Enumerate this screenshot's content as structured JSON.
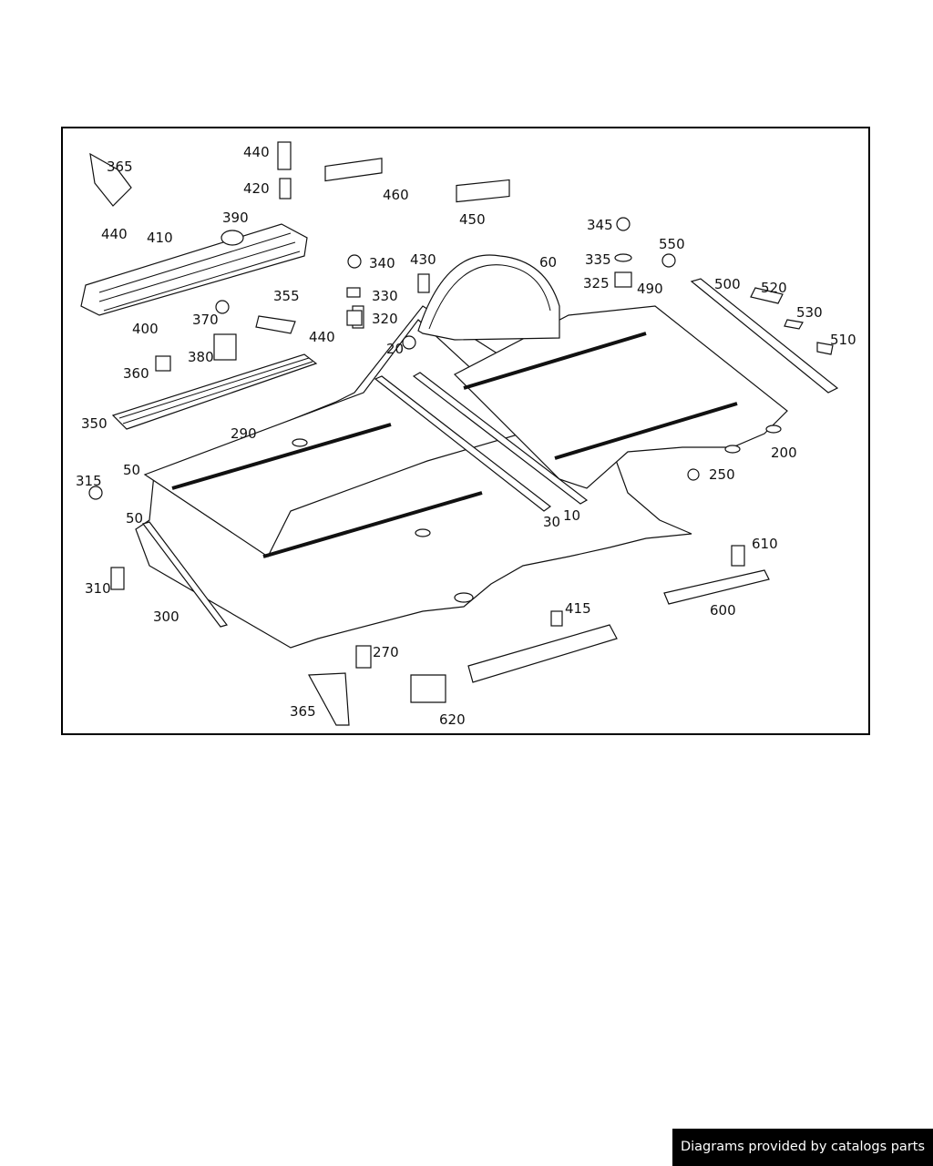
{
  "diagram": {
    "callouts": [
      {
        "id": "c365a",
        "text": "365"
      },
      {
        "id": "c440a",
        "text": "440"
      },
      {
        "id": "c420",
        "text": "420"
      },
      {
        "id": "c460",
        "text": "460"
      },
      {
        "id": "c440b",
        "text": "440"
      },
      {
        "id": "c410",
        "text": "410"
      },
      {
        "id": "c390",
        "text": "390"
      },
      {
        "id": "c450",
        "text": "450"
      },
      {
        "id": "c345",
        "text": "345"
      },
      {
        "id": "c550",
        "text": "550"
      },
      {
        "id": "c340",
        "text": "340"
      },
      {
        "id": "c430",
        "text": "430"
      },
      {
        "id": "c60",
        "text": "60"
      },
      {
        "id": "c335",
        "text": "335"
      },
      {
        "id": "c500",
        "text": "500"
      },
      {
        "id": "c520",
        "text": "520"
      },
      {
        "id": "c355",
        "text": "355"
      },
      {
        "id": "c330",
        "text": "330"
      },
      {
        "id": "c325",
        "text": "325"
      },
      {
        "id": "c490",
        "text": "490"
      },
      {
        "id": "c400",
        "text": "400"
      },
      {
        "id": "c370",
        "text": "370"
      },
      {
        "id": "c320",
        "text": "320"
      },
      {
        "id": "c530",
        "text": "530"
      },
      {
        "id": "c440c",
        "text": "440"
      },
      {
        "id": "c380",
        "text": "380"
      },
      {
        "id": "c20",
        "text": "20"
      },
      {
        "id": "c510",
        "text": "510"
      },
      {
        "id": "c360",
        "text": "360"
      },
      {
        "id": "c350",
        "text": "350"
      },
      {
        "id": "c290",
        "text": "290"
      },
      {
        "id": "c200",
        "text": "200"
      },
      {
        "id": "c50a",
        "text": "50"
      },
      {
        "id": "c315",
        "text": "315"
      },
      {
        "id": "c250",
        "text": "250"
      },
      {
        "id": "c50b",
        "text": "50"
      },
      {
        "id": "c30",
        "text": "30"
      },
      {
        "id": "c10",
        "text": "10"
      },
      {
        "id": "c610",
        "text": "610"
      },
      {
        "id": "c310",
        "text": "310"
      },
      {
        "id": "c600",
        "text": "600"
      },
      {
        "id": "c300",
        "text": "300"
      },
      {
        "id": "c415",
        "text": "415"
      },
      {
        "id": "c270",
        "text": "270"
      },
      {
        "id": "c365b",
        "text": "365"
      },
      {
        "id": "c620",
        "text": "620"
      }
    ]
  },
  "footer": {
    "credit": "Diagrams provided by catalogs parts"
  }
}
